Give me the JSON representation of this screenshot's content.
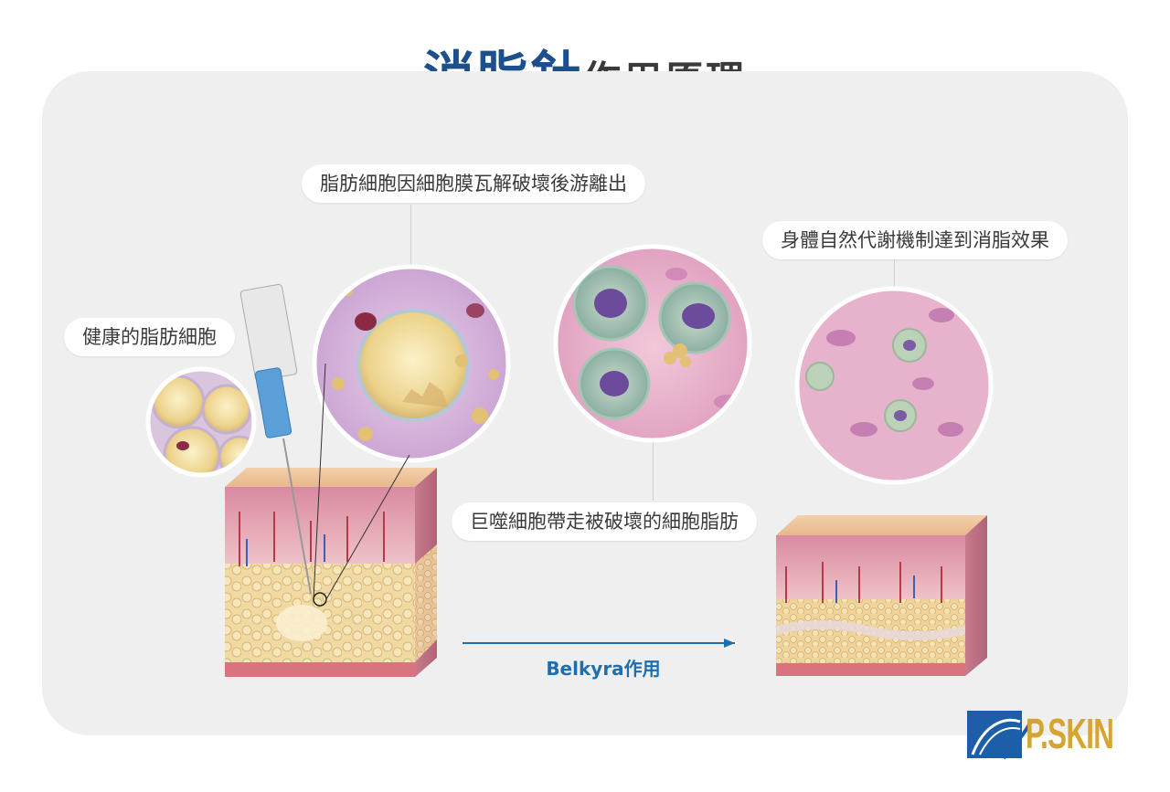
{
  "title": {
    "main": "消脂針",
    "sub": "作用原理"
  },
  "labels": {
    "healthy_fat_cells": "健康的脂肪細胞",
    "membrane_breakdown": "脂肪細胞因細胞膜瓦解破壞後游離出",
    "macrophage": "巨噬細胞帶走被破壞的細胞脂肪",
    "metabolism": "身體自然代謝機制達到消脂效果"
  },
  "arrow_label": "Belkyra作用",
  "logo": {
    "text": "P.SKIN",
    "colors": {
      "blue": "#1d5ea8",
      "gold": "#d6a531"
    }
  },
  "colors": {
    "title_blue": "#1d4f8c",
    "title_gray": "#3a3a3a",
    "panel_bg": "#efefef",
    "arrow_blue": "#1f6fb0"
  }
}
